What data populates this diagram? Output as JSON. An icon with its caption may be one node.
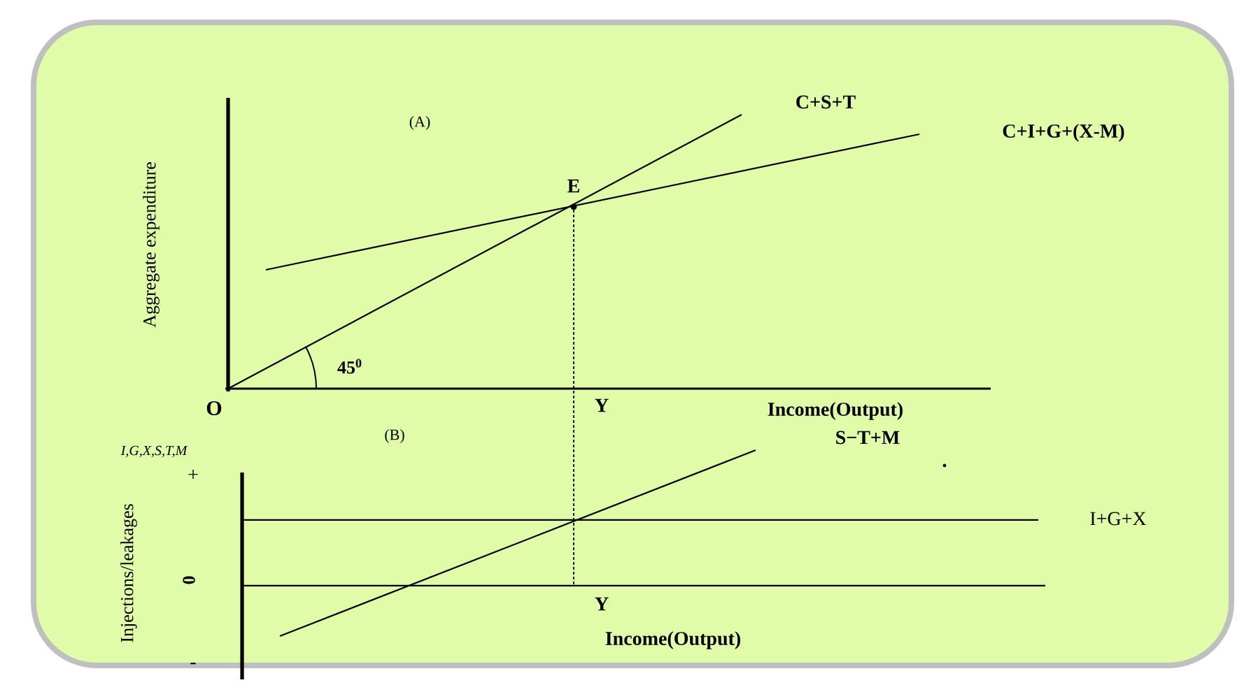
{
  "diagram": {
    "labels": [
      "C+S+T",
      "(A)",
      "C+I+G+(X-M)",
      "E",
      "Aggregate expenditure",
      "45$^{0}$",
      "O",
      "Y",
      "Income(Output)",
      "(B)",
      "S−T+M",
      "I,G,X,S,T,M",
      "+",
      "Injections/leakages",
      "I+G+X",
      "0",
      "Y",
      "Income(Output)",
      "-"
    ]
  }
}
